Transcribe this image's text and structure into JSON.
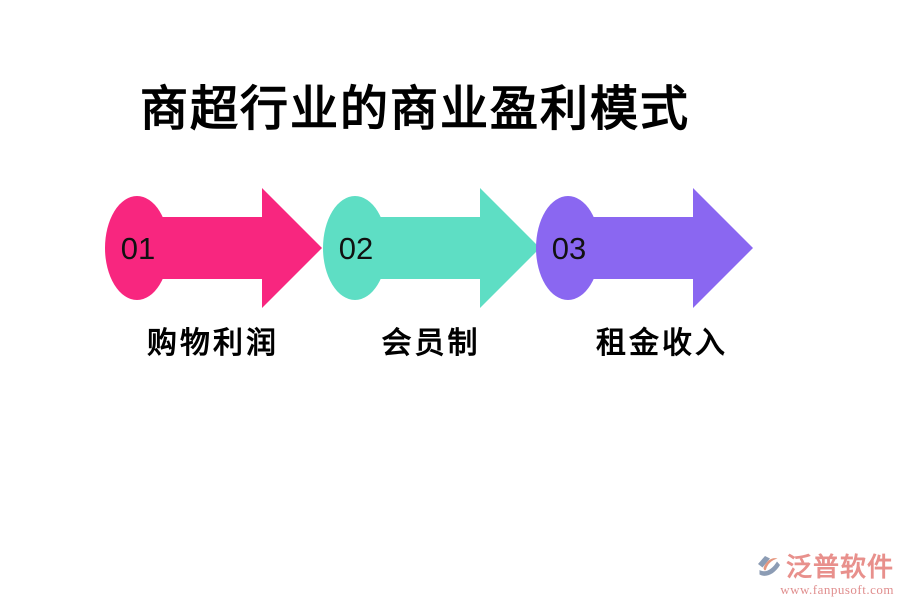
{
  "page": {
    "background": "#ffffff",
    "title": "商超行业的商业盈利模式"
  },
  "steps": [
    {
      "number": "01",
      "label": "购物利润",
      "color": "#F8267F"
    },
    {
      "number": "02",
      "label": "会员制",
      "color": "#5EDEC4"
    },
    {
      "number": "03",
      "label": "租金收入",
      "color": "#8A67F1"
    }
  ],
  "watermark": {
    "brand": "泛普软件",
    "url": "www.fanpusoft.com",
    "text_color": "#E8908C",
    "url_color": "#E08E8E",
    "logo_shape_color": "#8C9CB4",
    "logo_accent_color": "#E5967E"
  }
}
